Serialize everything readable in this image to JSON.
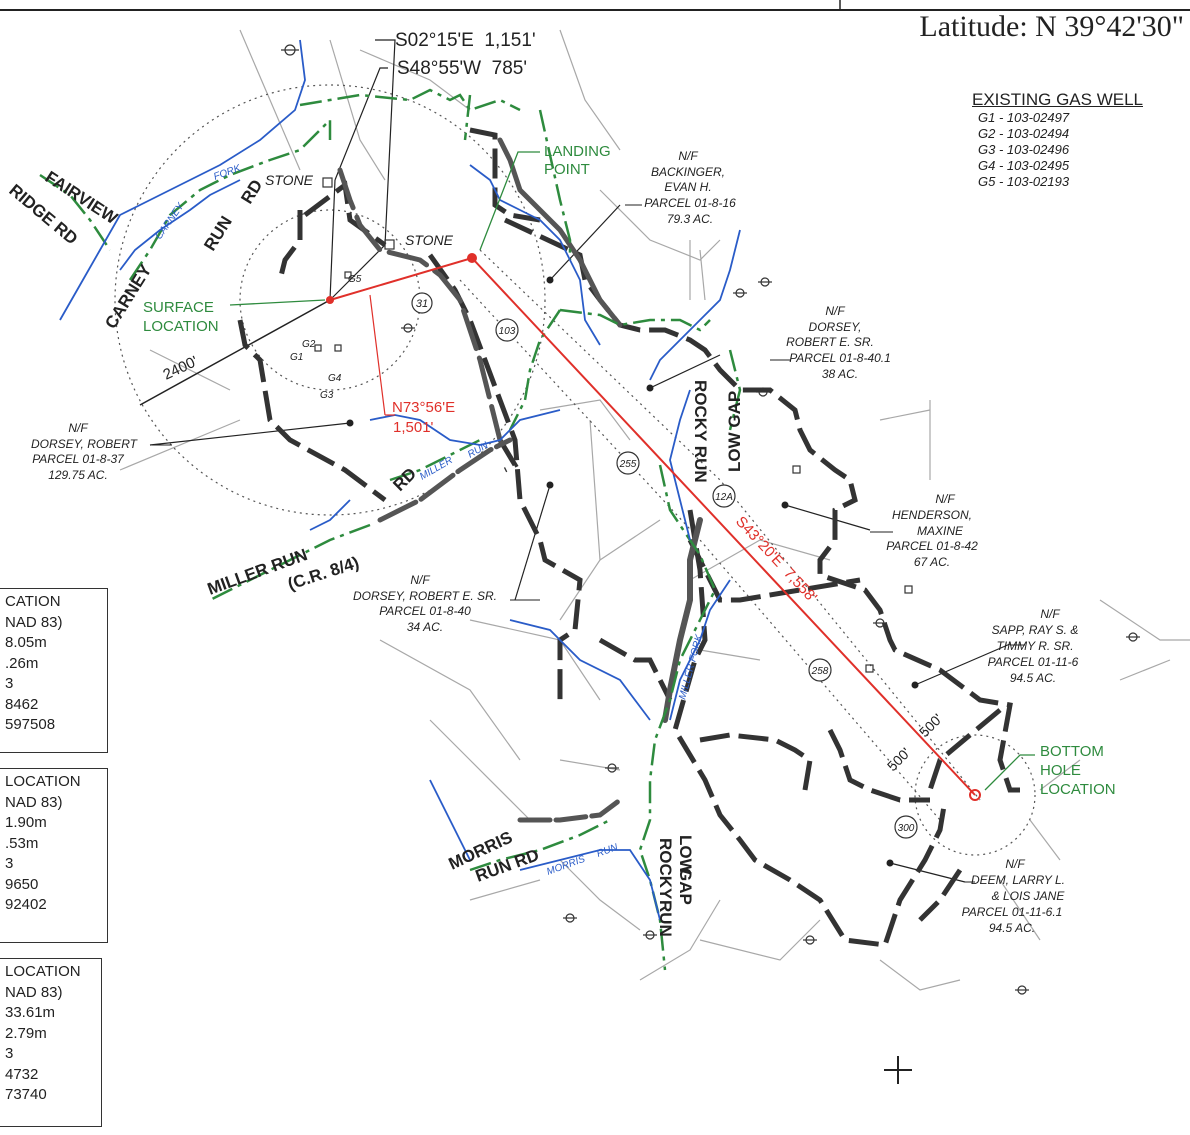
{
  "header": {
    "latitude": "Latitude: N 39°42'30\""
  },
  "existing_gas_wells": {
    "title": "EXISTING GAS WELL",
    "rows": [
      "G1 - 103-02497",
      "G2 - 103-02494",
      "G3 - 103-02496",
      "G4 - 103-02495",
      "G5 - 103-02193"
    ]
  },
  "bearings": {
    "b1": "S02°15'E  1,151'",
    "b2": "S48°55'W  785'",
    "b3": "N73°56'E",
    "b3_dist": "1,501'",
    "b4": "S43°20'E  7,558'",
    "radius": "2400'",
    "d500a": "500'",
    "d500b": "500'"
  },
  "callouts": {
    "landing": [
      "LANDING",
      "POINT"
    ],
    "surface": [
      "SURFACE",
      "LOCATION"
    ],
    "bottom": [
      "BOTTOM",
      "HOLE",
      "LOCATION"
    ]
  },
  "roads": {
    "fairview": "FAIRVIEW",
    "ridge_rd": "RIDGE RD",
    "carney": "CARNEY",
    "run": "RUN",
    "rd": "RD",
    "stone1": "STONE",
    "stone2": "STONE",
    "carney_fork": "CARNEY",
    "fork": "FORK",
    "miller_run": "MILLER RUN",
    "cr": "(C.R. 8/4)",
    "rd2": "RD",
    "miller_small": "MILLER",
    "run_small": "RUN",
    "low_gap1": "LOW GAP",
    "rocky_run1": "ROCKY RUN",
    "miller_fork": "MILLER FORK",
    "morris": "MORRIS",
    "run_rd": "RUN RD",
    "morris_small": "MORRIS",
    "run_small2": "RUN",
    "low_gap2": "LOW",
    "gap2": "GAP",
    "rocky2": "ROCKY",
    "run2": "RUN"
  },
  "parcels": [
    {
      "lines": [
        "N/F",
        "BACKINGER,",
        "EVAN H.",
        "PARCEL 01-8-16",
        "79.3 AC."
      ]
    },
    {
      "lines": [
        "N/F",
        "DORSEY,",
        "ROBERT E. SR.",
        "PARCEL 01-8-40.1",
        "38 AC."
      ]
    },
    {
      "lines": [
        "N/F",
        "DORSEY, ROBERT",
        "PARCEL 01-8-37",
        "129.75 AC."
      ]
    },
    {
      "lines": [
        "N/F",
        "HENDERSON,",
        "MAXINE",
        "PARCEL 01-8-42",
        "67 AC."
      ]
    },
    {
      "lines": [
        "N/F",
        "DORSEY, ROBERT E. SR.",
        "PARCEL 01-8-40",
        "34 AC."
      ]
    },
    {
      "lines": [
        "N/F",
        "SAPP, RAY S. &",
        "TIMMY R. SR.",
        "PARCEL 01-11-6",
        "94.5 AC."
      ]
    },
    {
      "lines": [
        "N/F",
        "DEEM, LARRY L.",
        "& LOIS JANE",
        "PARCEL 01-11-6.1",
        "94.5 AC."
      ]
    }
  ],
  "circle_labels": [
    "31",
    "103",
    "255",
    "12A",
    "258",
    "300"
  ],
  "well_labels": [
    "G5",
    "G2",
    "G1",
    "G4",
    "G3"
  ],
  "location_boxes": [
    {
      "lines": [
        "CATION",
        "NAD 83)",
        "8.05m",
        ".26m",
        "3",
        "8462",
        "597508"
      ]
    },
    {
      "lines": [
        "LOCATION",
        "NAD 83)",
        "1.90m",
        ".53m",
        "3",
        "9650",
        "92402"
      ]
    },
    {
      "lines": [
        "LOCATION",
        "NAD 83)",
        "33.61m",
        "2.79m",
        "3",
        "4732",
        "73740"
      ]
    }
  ]
}
